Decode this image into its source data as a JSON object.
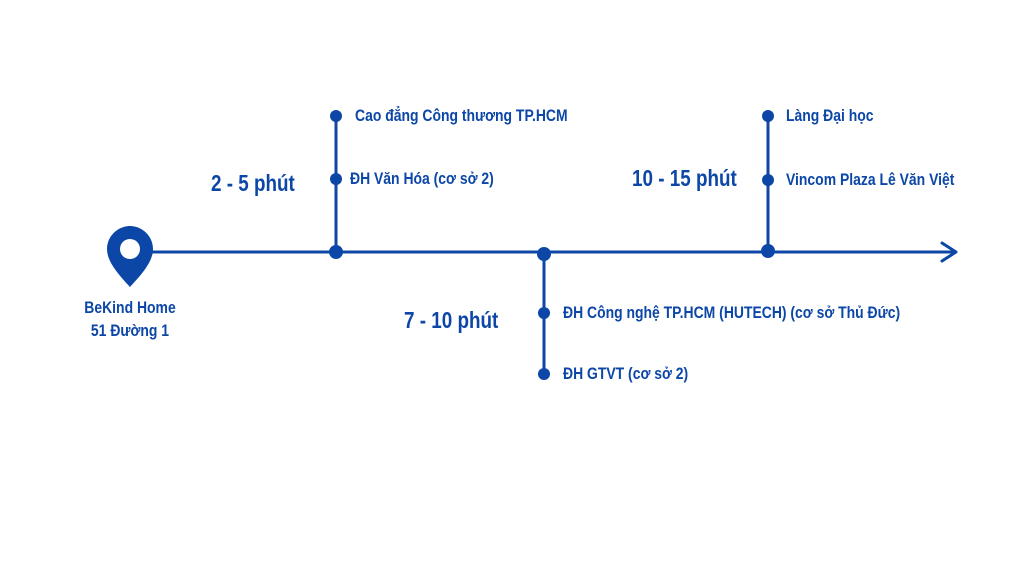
{
  "colors": {
    "primary": "#0c47a8",
    "background": "#ffffff"
  },
  "start": {
    "icon": "location-pin-icon",
    "name": "BeKind Home",
    "address": "51 Đường 1"
  },
  "stops": [
    {
      "time": "2 - 5 phút",
      "places": [
        "Cao đẳng Công thương TP.HCM",
        "ĐH Văn Hóa (cơ sở 2)"
      ]
    },
    {
      "time": "7 - 10 phút",
      "places": [
        "ĐH Công nghệ TP.HCM (HUTECH) (cơ sở Thủ Đức)",
        "ĐH GTVT (cơ sở 2)"
      ]
    },
    {
      "time": "10 - 15 phút",
      "places": [
        "Làng Đại học",
        "Vincom Plaza Lê Văn Việt"
      ]
    }
  ]
}
